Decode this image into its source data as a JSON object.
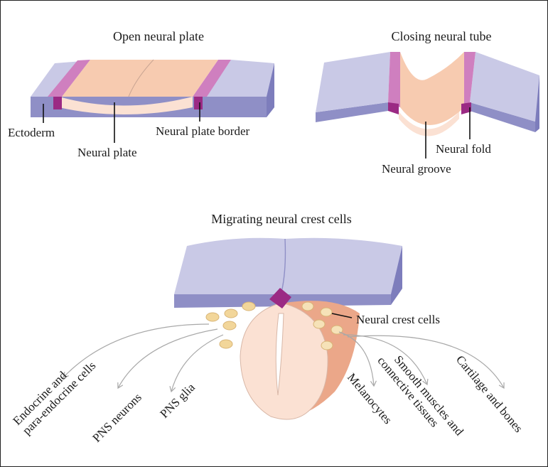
{
  "panels": {
    "open_plate": {
      "title": "Open neural plate",
      "labels": {
        "ectoderm": "Ectoderm",
        "neural_plate": "Neural plate",
        "neural_plate_border": "Neural plate border"
      }
    },
    "closing_tube": {
      "title": "Closing neural tube",
      "labels": {
        "neural_fold": "Neural fold",
        "neural_groove": "Neural groove"
      }
    },
    "migrating": {
      "title": "Migrating neural crest cells",
      "labels": {
        "neural_crest_cells": "Neural crest cells"
      },
      "derivatives": [
        [
          "Endocrine and",
          "para-endocrine cells"
        ],
        [
          "PNS neurons"
        ],
        [
          "PNS glia"
        ],
        [
          "Melanocytes"
        ],
        [
          "Smooth muscles and",
          "connective tissues"
        ],
        [
          "Cartilage and bones"
        ]
      ]
    }
  },
  "colors": {
    "ectoderm_top": "#c9c9e6",
    "ectoderm_side": "#8f8fc6",
    "neural_plate": "#f7cbb0",
    "neural_plate_under": "#fbe1d3",
    "border_pink": "#cf7fbf",
    "border_magenta": "#9b2a84",
    "crest_cell": "#f2d69a",
    "crest_region": "#eba789",
    "arrow": "#a8a8a8"
  }
}
